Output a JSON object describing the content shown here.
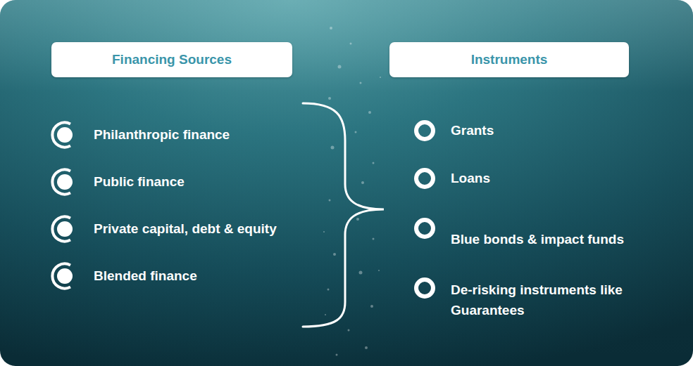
{
  "diagram": {
    "nodes": [
      {
        "text": [
          "Financing Sources"
        ]
      },
      {
        "text": [
          "Instruments"
        ]
      }
    ],
    "labels": [
      "Philanthropic finance",
      "Public finance",
      "Private capital, debt & equity",
      "Blended finance",
      "Grants",
      "Loans",
      "Blue bonds & impact funds",
      "De-risking instruments like Guarantees"
    ]
  }
}
